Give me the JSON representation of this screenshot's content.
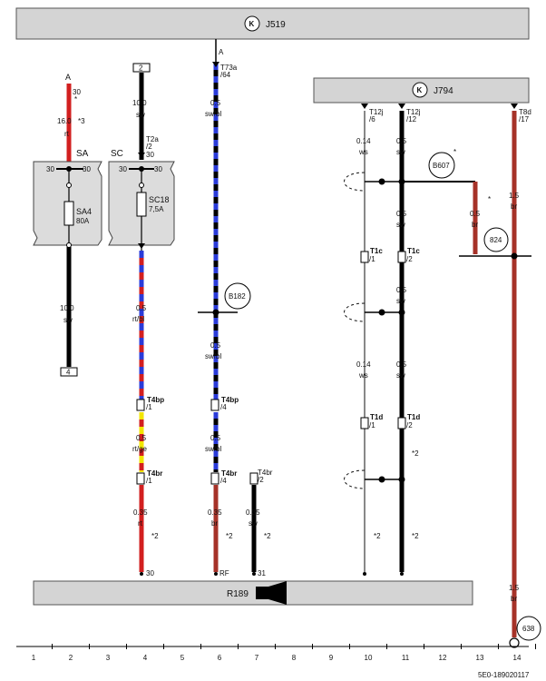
{
  "header": {
    "j519": "J519",
    "j794": "J794",
    "a_top": "A"
  },
  "components": {
    "sa_title": "SA",
    "sc_title": "SC",
    "sa4": "SA4",
    "sa4_rating": "80A",
    "sc18": "SC18",
    "sc18_rating": "7,5A",
    "r189": "R189"
  },
  "terminals": {
    "a": "A",
    "a_30": "30",
    "a_30_star": "*",
    "sa_30_left": "30",
    "sa_30_right": "30",
    "sc_30": "30",
    "sc_30_right": "30",
    "box2": "2",
    "box4": "4",
    "t2a": "T2a",
    "t2a_pin": "/2",
    "t2a_30": "30",
    "t73a": "T73a",
    "t73a_pin": "/64",
    "a_j519": "A",
    "t12j_a": "T12j",
    "t12j_a_pin": "/6",
    "t12j_b": "T12j",
    "t12j_b_pin": "/12",
    "t8d": "T8d",
    "t8d_pin": "/17",
    "b607": "B607",
    "b182": "B182",
    "c824": "824",
    "c638": "638",
    "t1c_a": "T1c",
    "t1c_a_pin": "/1",
    "t1c_b": "T1c",
    "t1c_b_pin": "/2",
    "t1d_a": "T1d",
    "t1d_a_pin": "/1",
    "t1d_b": "T1d",
    "t1d_b_pin": "/2",
    "t4bp_a": "T4bp",
    "t4bp_a_pin": "/1",
    "t4bp_b": "T4bp",
    "t4bp_b_pin": "/4",
    "t4br_a": "T4br",
    "t4br_a_pin": "/1",
    "t4br_b": "T4br",
    "t4br_b_pin": "/4",
    "t4br_c": "T4br",
    "t4br_c_pin": "/2",
    "r_30": "30",
    "r_rf": "RF",
    "r_31": "31"
  },
  "wires": {
    "w_16_size": "16.0",
    "w_16_note": "*3",
    "w_16_color": "rt",
    "w_10a_size": "10.0",
    "w_10a_color": "sw",
    "w_10b_size": "10.0",
    "w_10b_color": "sw",
    "w_05_rtbl_size": "0.5",
    "w_05_rtbl_color": "rt/bl",
    "w_05_rtge_size": "0.5",
    "w_05_rtge_color": "rt/ge",
    "w_035_rt_size": "0.35",
    "w_035_rt_color": "rt",
    "w_05_swbl1_size": "0.5",
    "w_05_swbl1_color": "sw/bl",
    "w_05_swbl2_size": "0.5",
    "w_05_swbl2_color": "sw/bl",
    "w_05_swbl3_size": "0.5",
    "w_05_swbl3_color": "sw/bl",
    "w_035_br_size": "0.35",
    "w_035_br_color": "br",
    "w_035_sw_size": "0.35",
    "w_035_sw_color": "sw",
    "w_014a_size": "0.14",
    "w_014a_color": "ws",
    "w_014b_size": "0.14",
    "w_014b_color": "ws",
    "w_05_sw1_size": "0.5",
    "w_05_sw1_color": "sw",
    "w_05_sw2_size": "0.5",
    "w_05_sw2_color": "sw",
    "w_05_sw3_size": "0.5",
    "w_05_sw3_color": "sw",
    "w_05_sw4_size": "0.5",
    "w_05_sw4_color": "sw",
    "w_05_br_size": "0.5",
    "w_05_br_color": "br",
    "w_15a_size": "1.5",
    "w_15a_color": "br",
    "w_15b_size": "1.5",
    "w_15b_color": "br",
    "note_2": "*2",
    "note_b607": "*",
    "note_br": "*"
  },
  "ruler": [
    "1",
    "2",
    "3",
    "4",
    "5",
    "6",
    "7",
    "8",
    "9",
    "10",
    "11",
    "12",
    "13",
    "14"
  ],
  "footer_code": "5E0-189020117",
  "colors": {
    "sw": "#000000",
    "rt": "#d21f1f",
    "bl": "#2a3bd8",
    "ge": "#f2e600",
    "br": "#a63228",
    "ws": "#ffffff"
  }
}
